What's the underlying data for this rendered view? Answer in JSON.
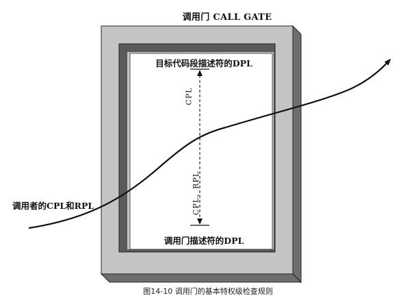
{
  "title": "调用门 CALL GATE",
  "target_dpl_label": "目标代码段描述符的DPL",
  "gate_dpl_label": "调用门描述符的DPL",
  "caller_label": "调用者的CPL和RPL",
  "range_labels": {
    "top": "CPL",
    "bottom": "CPL、RPL"
  },
  "caption": "图14-10    调用门的基本特权级检查规则",
  "colors": {
    "frame_face": "#c4c4c4",
    "frame_shadow": "#6e6e6e",
    "frame_dark": "#5a5a5a",
    "stroke": "#111111"
  }
}
